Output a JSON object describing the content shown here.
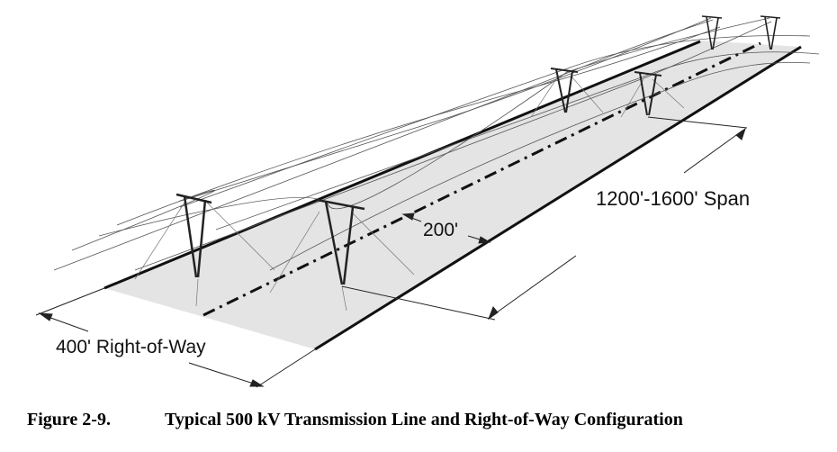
{
  "diagram": {
    "labels": {
      "row_width": "400' Right-of-Way",
      "span": "1200'-1600' Span",
      "spacing": "200'"
    },
    "colors": {
      "row_fill": "#e4e4e4",
      "line": "#111111"
    }
  },
  "caption": {
    "number": "Figure 2-9.",
    "title": "Typical 500 kV Transmission Line and Right-of-Way Configuration"
  }
}
